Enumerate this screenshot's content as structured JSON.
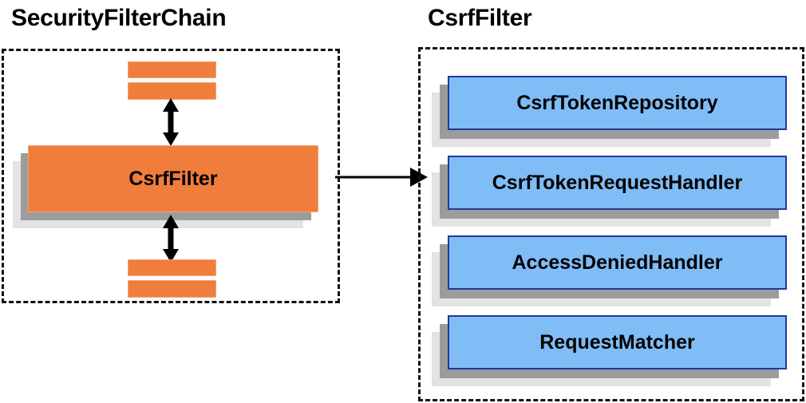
{
  "panels": {
    "left": {
      "title": "SecurityFilterChain",
      "main_node": "CsrfFilter",
      "bars_above": [
        "filter-bar",
        "filter-bar"
      ],
      "bars_below": [
        "filter-bar",
        "filter-bar"
      ],
      "arrow_above": "double-headed-vertical-arrow",
      "arrow_below": "double-headed-vertical-arrow"
    },
    "right": {
      "title": "CsrfFilter",
      "components": [
        {
          "label": "CsrfTokenRepository"
        },
        {
          "label": "CsrfTokenRequestHandler"
        },
        {
          "label": "AccessDeniedHandler"
        },
        {
          "label": "RequestMatcher"
        }
      ]
    }
  },
  "connector": {
    "name": "right-arrow",
    "from": "CsrfFilter",
    "to": "CsrfFilter"
  },
  "colors": {
    "orange_fill": "#f07d3c",
    "orange_border": "#f4a57a",
    "blue_fill": "#80bcf5",
    "blue_border": "#22389c",
    "shadow_dark": "#9c9c9c",
    "shadow_light": "#e3e3e3",
    "stroke": "#111111",
    "text": "#000000",
    "background": "#ffffff"
  }
}
